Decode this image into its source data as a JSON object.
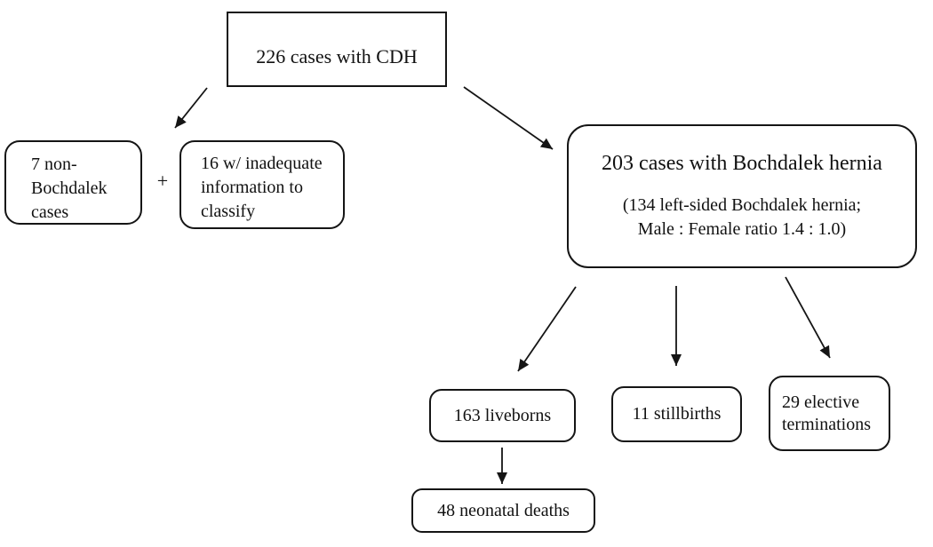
{
  "figure": {
    "background_color": "#ffffff",
    "line_color": "#151515"
  },
  "nodes": {
    "root": {
      "label": "226 cases with CDH"
    },
    "non_bochdalek": {
      "lines": [
        "7 non-",
        "Bochdalek",
        "cases"
      ]
    },
    "plus_sign": "+",
    "inadequate": {
      "lines": [
        "16 w/ inadequate",
        "information to",
        "classify"
      ]
    },
    "bochdalek": {
      "title": "203 cases with Bochdalek hernia",
      "detail_lines": [
        "(134 left-sided Bochdalek hernia;",
        "Male : Female ratio 1.4 : 1.0)"
      ]
    },
    "liveborns": {
      "label": "163 liveborns"
    },
    "stillbirths": {
      "label": "11 stillbirths"
    },
    "terminations": {
      "lines": [
        "29 elective",
        "terminations"
      ]
    },
    "neonatal_deaths": {
      "label": "48 neonatal deaths"
    }
  }
}
